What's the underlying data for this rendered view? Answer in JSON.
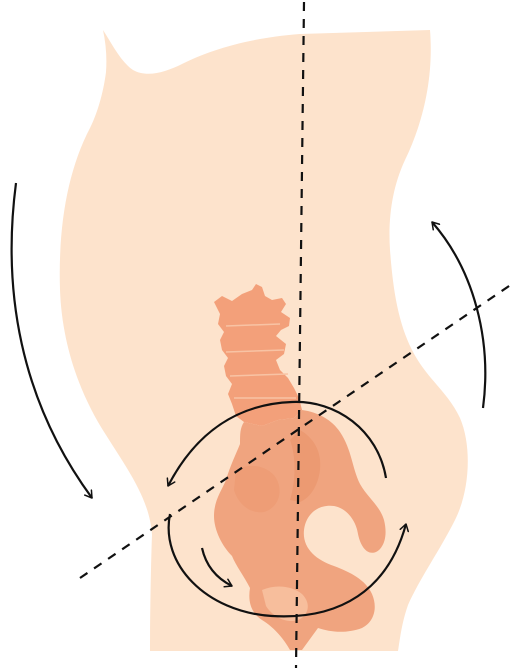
{
  "diagram": {
    "colors": {
      "background": "#ffffff",
      "body": "#fde3cc",
      "spine": "#f3a07a",
      "pelvis": "#f0a47f",
      "pelvis_shadow": "#ec9a72",
      "pelvis_highlight": "#f7be9c",
      "line": "#111111"
    },
    "parts": [
      "body-silhouette",
      "lumbar-spine",
      "sacrum",
      "pelvis",
      "vertical-axis-line",
      "pelvic-tilt-axis-line",
      "front-down-arrow",
      "back-up-arrow",
      "rotation-arrow-top",
      "rotation-arrow-bottom",
      "small-inner-arrow"
    ]
  }
}
